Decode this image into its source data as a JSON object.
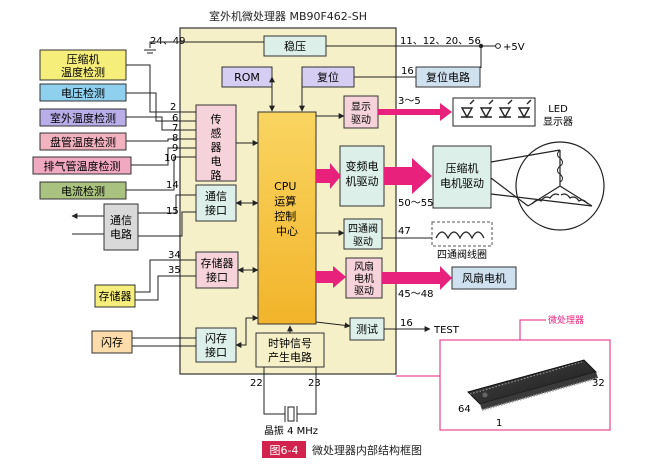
{
  "title": "室外机微处理器 MB90F462-SH",
  "caption": {
    "fig": "图6-4",
    "text": "微处理器内部结构框图"
  },
  "colors": {
    "mcu_fill": "#f5f0c8",
    "inner_block": "#dcefe9",
    "cpu_block": "#f6c23c",
    "arrow_magenta": "#e8217c",
    "sensor_block": "#f6d3db",
    "line": "#222222"
  },
  "blocks": {
    "regulator": "稳压",
    "rom": "ROM",
    "reset": "复位",
    "sensor": "传感器电路",
    "display_drive": [
      "显示",
      "驱动"
    ],
    "cpu": [
      "CPU",
      "运算",
      "控制",
      "中心"
    ],
    "comm_if": [
      "通信",
      "接口"
    ],
    "inverter_drive": [
      "变频电",
      "机驱动"
    ],
    "four_way_drive": [
      "四通阀",
      "驱动"
    ],
    "storage_if": [
      "存储器",
      "接口"
    ],
    "fan_drive": [
      "风扇",
      "电机",
      "驱动"
    ],
    "flash_if": [
      "闪存",
      "接口"
    ],
    "clock": [
      "时钟信号",
      "产生电路"
    ],
    "test": "测试"
  },
  "external": {
    "compressor_temp": [
      "压缩机",
      "温度检测"
    ],
    "voltage": "电压检测",
    "outdoor_temp": "室外温度检测",
    "coil_temp": "盘管温度检测",
    "exhaust_temp": "排气管温度检测",
    "current": "电流检测",
    "comm_circuit": [
      "通信",
      "电路"
    ],
    "storage": "存储器",
    "flash": "闪存",
    "reset_circuit": "复位电路",
    "led": [
      "LED",
      "显示器"
    ],
    "comp_drive": [
      "压缩机",
      "电机驱动"
    ],
    "four_way_coil": "四通阀线圈",
    "fan_motor": "风扇电机",
    "crystal": "晶振 4 MHz",
    "test_label": "TEST",
    "chip_label": "微处理器"
  },
  "pins": {
    "p24_49": "24、49",
    "p11_56": "11、12、20、56",
    "v5": "+5V",
    "p16a": "16",
    "p3_5": "3～5",
    "p2": "2",
    "p6": "6",
    "p7": "7",
    "p8": "8",
    "p9": "9",
    "p10": "10",
    "p14": "14",
    "p15": "15",
    "p50_55": "50～55",
    "p47": "47",
    "p34": "34",
    "p35": "35",
    "p45_48": "45～48",
    "p16b": "16",
    "p22": "22",
    "p23": "23",
    "chip32": "32",
    "chip64": "64",
    "chip1": "1"
  }
}
